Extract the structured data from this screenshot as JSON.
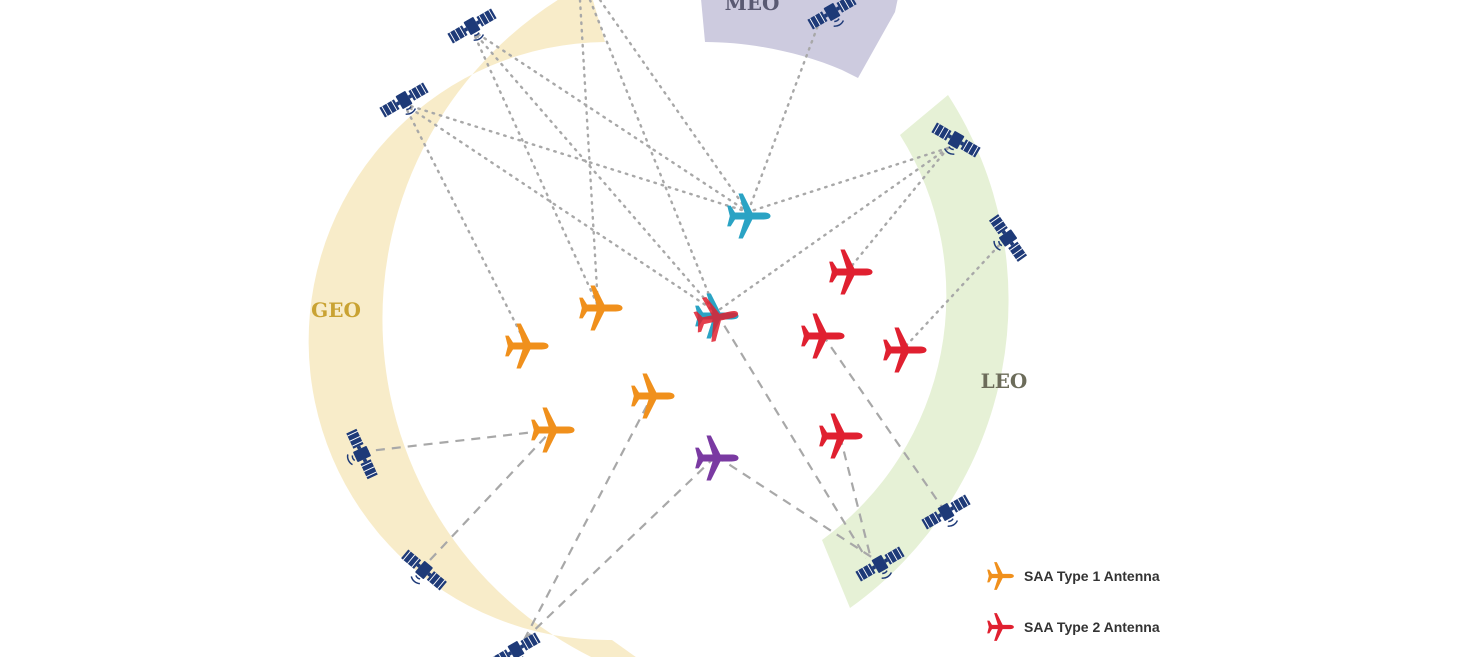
{
  "orbits": {
    "geo": {
      "label": "GEO",
      "color": "#f8ebc6",
      "text_color": "#c9a232"
    },
    "meo": {
      "label": "MEO",
      "color": "#cdcbdf",
      "text_color": "#5a5a72"
    },
    "leo": {
      "label": "LEO",
      "color": "#e6f1d6",
      "text_color": "#6c6c5a"
    }
  },
  "legend": {
    "items": [
      {
        "label": "SAA Type 1 Antenna",
        "color": "#f0901c"
      },
      {
        "label": "SAA Type 2 Antenna",
        "color": "#e02030"
      }
    ]
  },
  "colors": {
    "satellite": "#1e3a78",
    "link_line": "#a8a8a8",
    "type1_plane": "#f0901c",
    "type2_plane": "#e02030",
    "teal_plane": "#2aa3c4",
    "purple_plane": "#7a3aa2"
  },
  "icons": {
    "satellite": "satellite-icon",
    "aircraft": "airplane-icon"
  }
}
